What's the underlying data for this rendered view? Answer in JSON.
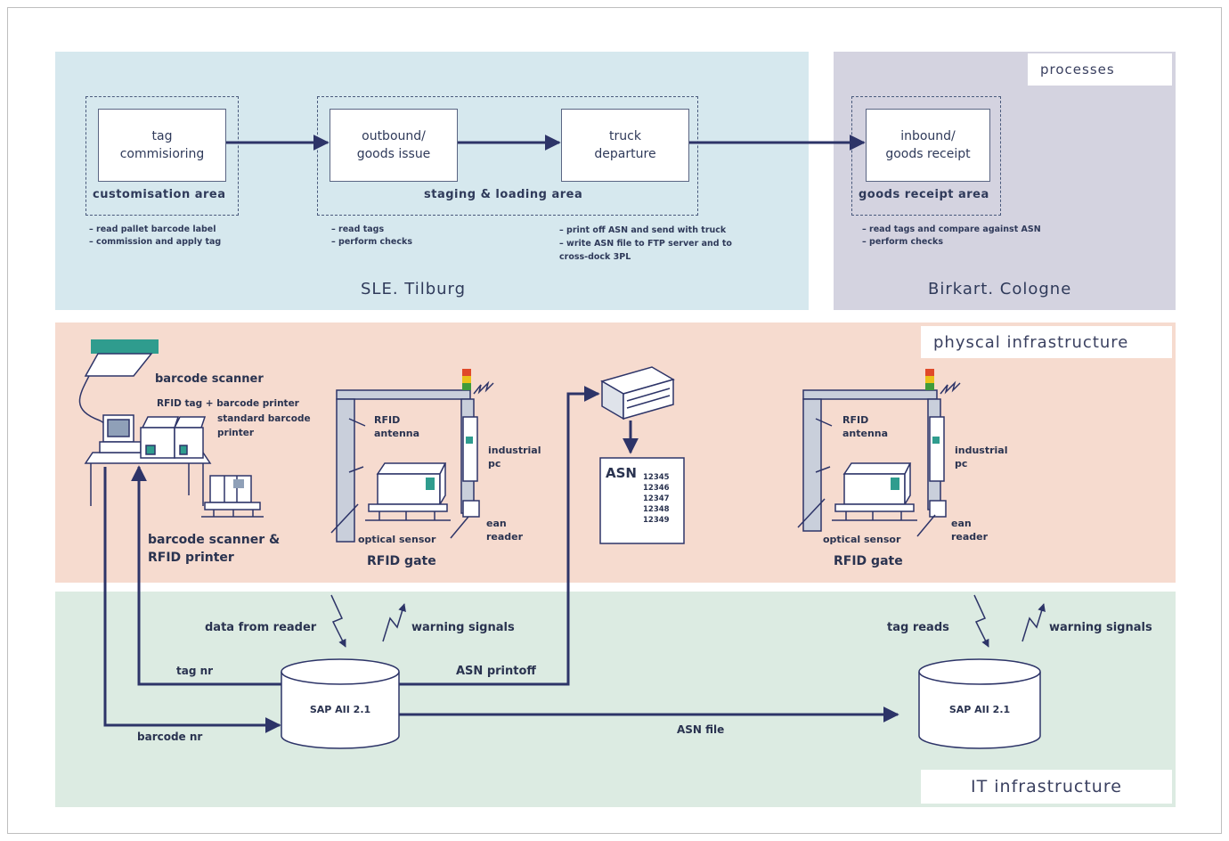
{
  "sections": {
    "processes_label": "processes",
    "physical_label": "physcal infrastructure",
    "it_label": "IT infrastructure"
  },
  "sites": {
    "tilburg": "SLE. Tilburg",
    "cologne": "Birkart. Cologne"
  },
  "process_boxes": {
    "tag": "tag\ncommisioring",
    "outbound": "outbound/\ngoods issue",
    "truck": "truck\ndeparture",
    "inbound": "inbound/\ngoods receipt"
  },
  "areas": {
    "customisation": "customisation area",
    "staging": "staging & loading area",
    "goods_receipt": "goods receipt area"
  },
  "notes": {
    "customisation": "– read pallet barcode label\n– commission and apply tag",
    "staging": "– read tags\n– perform checks",
    "truck": "– print off ASN and send with truck\n– write ASN file to FTP server and to\ncross-dock 3PL",
    "goods_receipt": "– read tags and compare against ASN\n– perform checks"
  },
  "physical": {
    "barcode_scanner": "barcode scanner",
    "rfid_printer": "RFID tag + barcode printer",
    "standard_printer": "standard barcode\nprinter",
    "station_caption": "barcode scanner &\nRFID printer",
    "rfid_antenna": "RFID\nantenna",
    "industrial_pc": "industrial\npc",
    "optical_sensor": "optical sensor",
    "ean_reader": "ean\nreader",
    "rfid_gate": "RFID gate",
    "asn_title": "ASN",
    "asn_numbers": [
      "12345",
      "12346",
      "12347",
      "12348",
      "12349"
    ]
  },
  "it": {
    "data_from_reader": "data from reader",
    "warning_signals_1": "warning signals",
    "tag_nr": "tag nr",
    "asn_printoff": "ASN printoff",
    "barcode_nr": "barcode nr",
    "asn_file": "ASN file",
    "tag_reads": "tag reads",
    "warning_signals_2": "warning signals",
    "sap1": "SAP AII 2.1",
    "sap2": "SAP AII 2.1"
  },
  "colors": {
    "process_bg": "#d6e8ee",
    "cologne_bg": "#d4d3e0",
    "physical_bg": "#f6dbcf",
    "it_bg": "#dcebe2",
    "line": "#2d3468",
    "accent_teal": "#2f9c8e"
  }
}
